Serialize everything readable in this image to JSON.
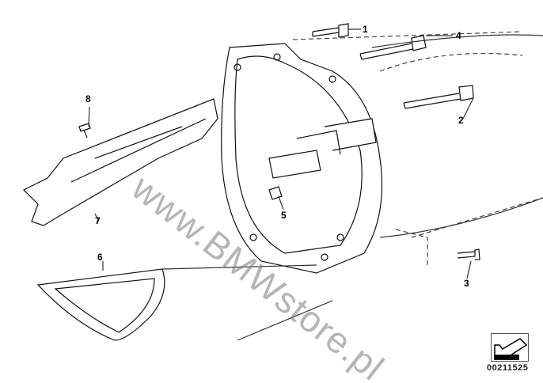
{
  "diagram": {
    "callouts": [
      {
        "id": "1",
        "label": "1"
      },
      {
        "id": "2",
        "label": "2"
      },
      {
        "id": "3",
        "label": "3"
      },
      {
        "id": "4",
        "label": "4"
      },
      {
        "id": "5",
        "label": "5"
      },
      {
        "id": "6",
        "label": "6"
      },
      {
        "id": "7",
        "label": "7"
      },
      {
        "id": "8",
        "label": "8"
      }
    ],
    "watermark": "www.BMWstore.pl",
    "diagram_code": "00211525"
  }
}
